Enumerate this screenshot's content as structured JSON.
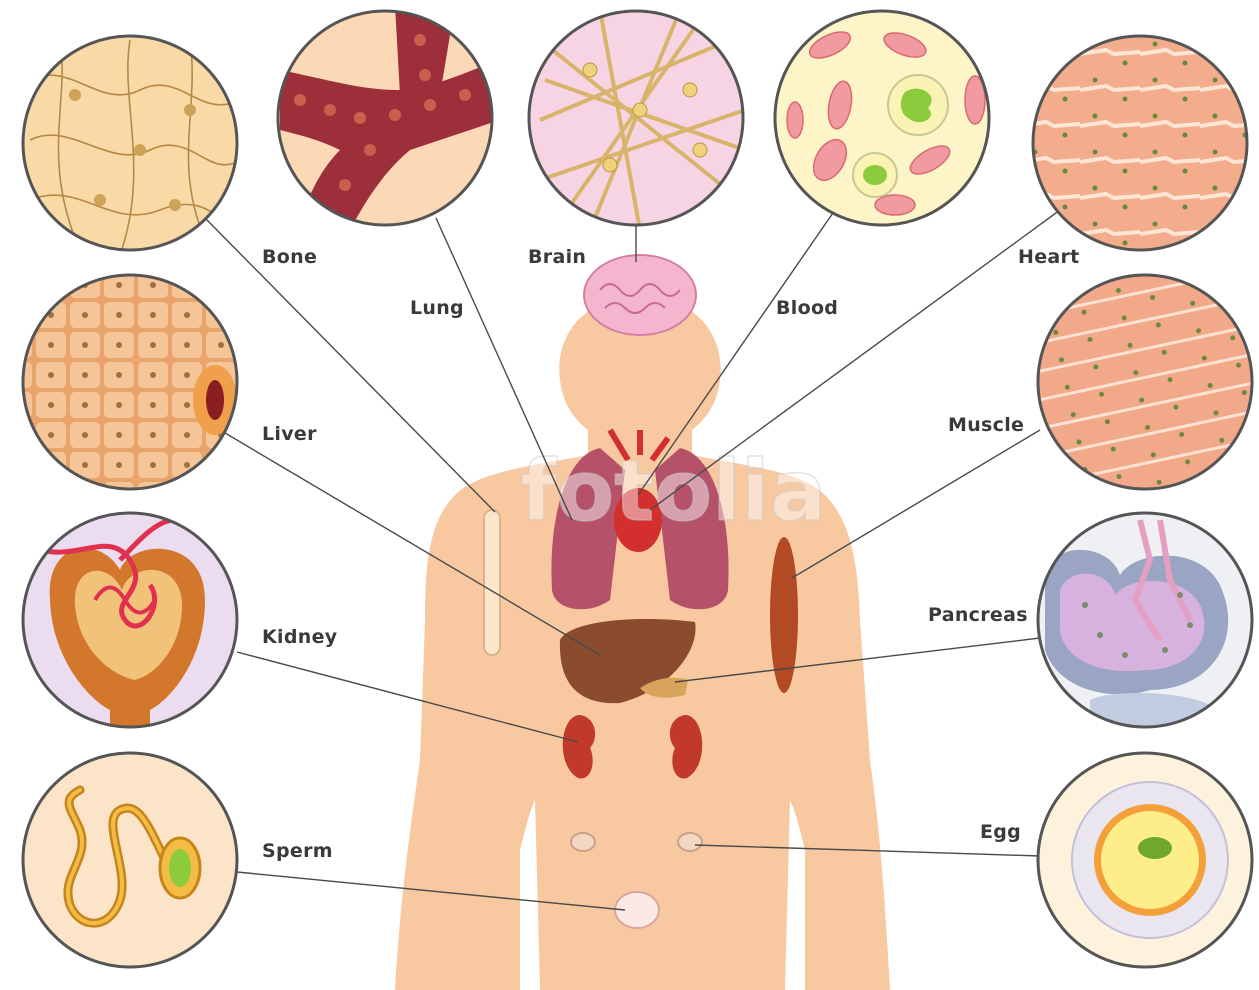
{
  "labels": {
    "bone": "Bone",
    "lung": "Lung",
    "brain": "Brain",
    "blood": "Blood",
    "heart": "Heart",
    "liver": "Liver",
    "muscle": "Muscle",
    "kidney": "Kidney",
    "pancreas": "Pancreas",
    "sperm": "Sperm",
    "egg": "Egg"
  },
  "watermark": "fotolia",
  "colors": {
    "skin": "#f8c9a0",
    "circle_border": "#555555",
    "lung": "#b5526a",
    "liver": "#8a4b2e",
    "kidney": "#c0392b",
    "heart": "#d32f2f",
    "brain": "#f4b6cf"
  }
}
